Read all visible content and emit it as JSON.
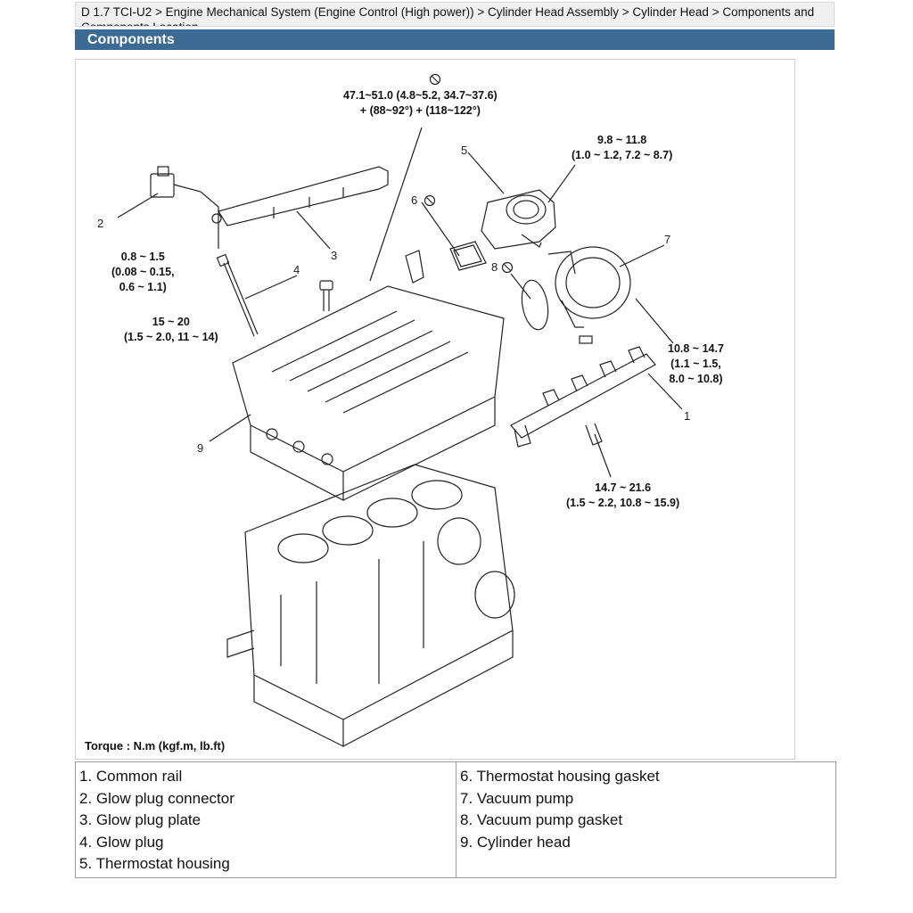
{
  "header": {
    "breadcrumb": "D 1.7 TCI-U2 > Engine Mechanical System (Engine Control (High power)) > Cylinder Head Assembly > Cylinder Head > Components and Components Location",
    "section_title": "Components"
  },
  "figure": {
    "torque_note": "Torque : N.m (kgf.m, lb.ft)",
    "callouts": {
      "c1_line1": "47.1~51.0 (4.8~5.2, 34.7~37.6)",
      "c1_line2": "+ (88~92°) + (118~122°)",
      "c2_line1": "9.8 ~ 11.8",
      "c2_line2": "(1.0 ~ 1.2, 7.2 ~ 8.7)",
      "c3_line1": "0.8 ~ 1.5",
      "c3_line2": "(0.08 ~ 0.15,",
      "c3_line3": "0.6 ~ 1.1)",
      "c4_line1": "15 ~ 20",
      "c4_line2": "(1.5 ~ 2.0, 11 ~ 14)",
      "c5_line1": "10.8 ~ 14.7",
      "c5_line2": "(1.1 ~ 1.5,",
      "c5_line3": "8.0 ~ 10.8)",
      "c6_line1": "14.7 ~ 21.6",
      "c6_line2": "(1.5 ~ 2.2, 10.8 ~ 15.9)"
    },
    "part_numbers": {
      "n1": "1",
      "n2": "2",
      "n3": "3",
      "n4": "4",
      "n5": "5",
      "n6": "6",
      "n7": "7",
      "n8": "8",
      "n9": "9"
    }
  },
  "legend": {
    "left": [
      "1. Common rail",
      "2. Glow plug connector",
      "3. Glow plug plate",
      "4. Glow plug",
      "5. Thermostat housing"
    ],
    "right": [
      "6. Thermostat housing gasket",
      "7. Vacuum pump",
      "8. Vacuum pump gasket",
      "9. Cylinder head"
    ]
  }
}
